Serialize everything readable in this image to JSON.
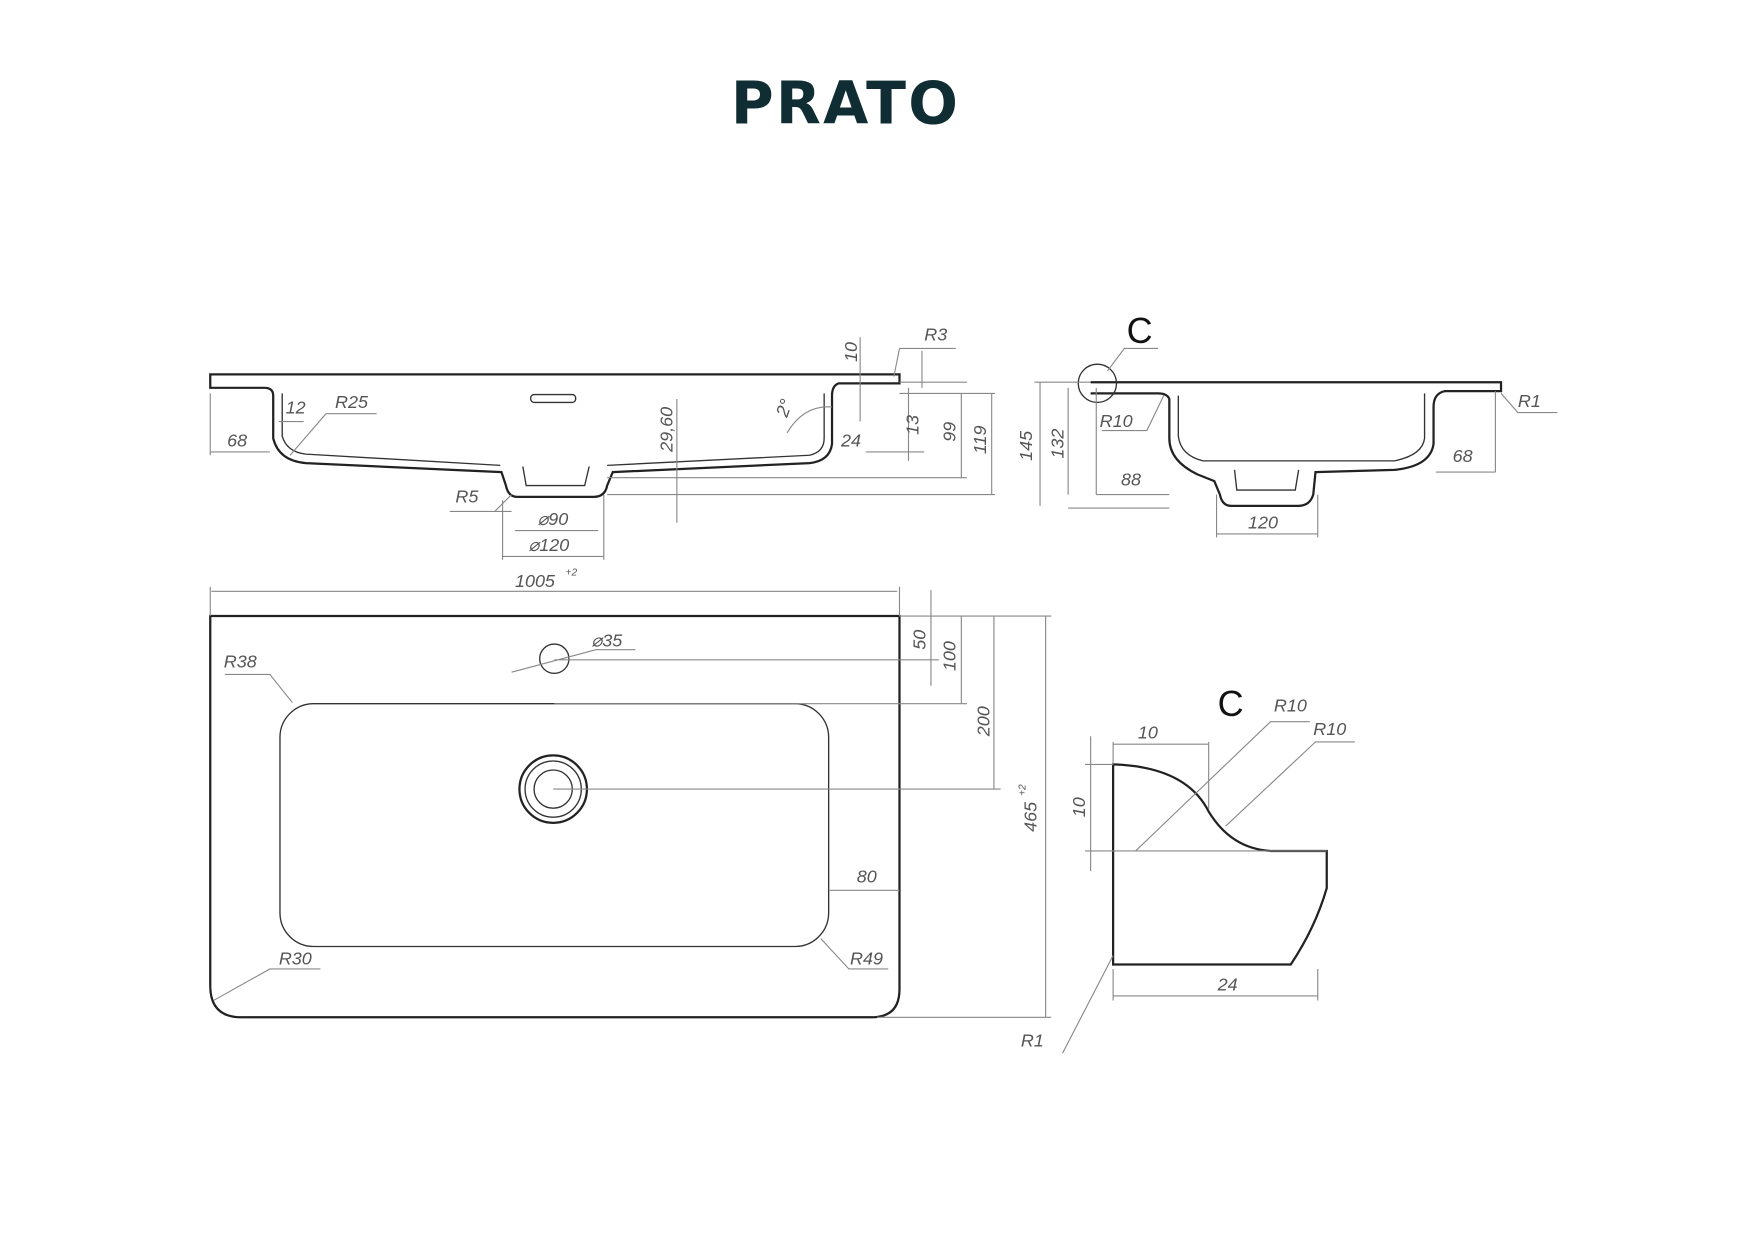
{
  "title": "PRATO",
  "front_section": {
    "dims": {
      "top_thickness": "10",
      "r3": "R3",
      "wall": "12",
      "r25": "R25",
      "rim_left": "68",
      "depth": "29,60",
      "angle": "2°",
      "rim_right": "24",
      "d13": "13",
      "d99": "99",
      "d119": "119",
      "r5": "R5",
      "dia90": "⌀90",
      "dia120": "⌀120"
    }
  },
  "side_section": {
    "detail_marker": "C",
    "dims": {
      "r10": "R10",
      "h145": "145",
      "h132": "132",
      "w88": "88",
      "w120": "120",
      "w68": "68",
      "r1": "R1"
    }
  },
  "plan_view": {
    "dims": {
      "width": "1005",
      "width_tol": "+2",
      "tap_dia": "⌀35",
      "d50": "50",
      "d100": "100",
      "d200": "200",
      "depth": "465",
      "depth_tol": "+2",
      "r38": "R38",
      "d80": "80",
      "r30": "R30",
      "r49": "R49",
      "r1": "R1"
    }
  },
  "detail_c": {
    "label": "C",
    "dims": {
      "r10a": "R10",
      "r10b": "R10",
      "w10": "10",
      "h10": "10",
      "w24": "24"
    }
  }
}
